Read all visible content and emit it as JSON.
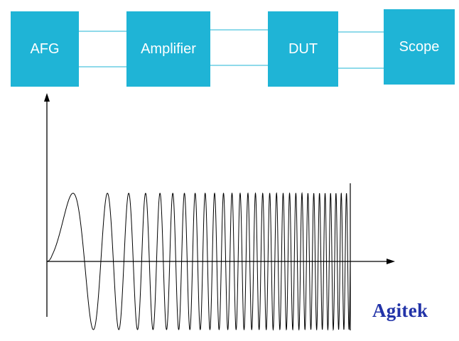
{
  "colors": {
    "block_fill": "#1fb4d6",
    "connector": "#1fb4d6",
    "axis": "#000000",
    "waveform": "#000000",
    "logo": "#2233a8"
  },
  "blocks": [
    {
      "id": "afg",
      "label": "AFG"
    },
    {
      "id": "amp",
      "label": "Amplifier"
    },
    {
      "id": "dut",
      "label": "DUT"
    },
    {
      "id": "scope",
      "label": "Scope"
    }
  ],
  "waveform": {
    "type": "linear-chirp",
    "description_shown": "swept sine (chirp) with increasing frequency"
  },
  "logo": {
    "text": "Agitek"
  }
}
